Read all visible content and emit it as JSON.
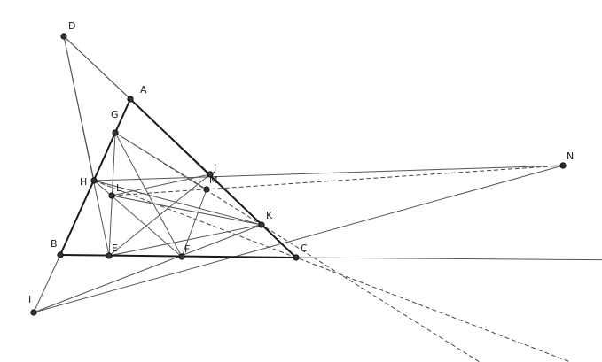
{
  "figure": {
    "colors": {
      "background": "#ffffff",
      "line": "#555555",
      "triangle": "#1a1a1a",
      "point": "#333333"
    },
    "points": [
      {
        "id": "A",
        "label": "A"
      },
      {
        "id": "B",
        "label": "B"
      },
      {
        "id": "C",
        "label": "C"
      },
      {
        "id": "D",
        "label": "D"
      },
      {
        "id": "E",
        "label": "E"
      },
      {
        "id": "F",
        "label": "F"
      },
      {
        "id": "G",
        "label": "G"
      },
      {
        "id": "H",
        "label": "H"
      },
      {
        "id": "I",
        "label": "I"
      },
      {
        "id": "J",
        "label": "J"
      },
      {
        "id": "K",
        "label": "K"
      },
      {
        "id": "L",
        "label": "L"
      },
      {
        "id": "M",
        "label": "M"
      },
      {
        "id": "N",
        "label": "N"
      }
    ],
    "segments": [
      {
        "from": "A",
        "to": "B",
        "style": "thick"
      },
      {
        "from": "A",
        "to": "C",
        "style": "thick"
      },
      {
        "from": "B",
        "to": "C",
        "style": "thick"
      },
      {
        "from": "D",
        "to": "A",
        "style": "thin"
      },
      {
        "from": "D",
        "to": "H",
        "style": "thin"
      },
      {
        "from": "D",
        "to": "E",
        "style": "thin"
      },
      {
        "from": "D",
        "to": "J",
        "style": "thin"
      },
      {
        "from": "I",
        "to": "B",
        "style": "thin"
      },
      {
        "from": "I",
        "to": "K",
        "style": "thin"
      },
      {
        "from": "I",
        "to": "N",
        "style": "thin"
      },
      {
        "from": "G",
        "to": "E",
        "style": "thin"
      },
      {
        "from": "G",
        "to": "F",
        "style": "thin"
      },
      {
        "from": "G",
        "to": "M",
        "style": "thin"
      },
      {
        "from": "H",
        "to": "F",
        "style": "thin"
      },
      {
        "from": "H",
        "to": "K",
        "style": "thin"
      },
      {
        "from": "H",
        "to": "N",
        "style": "thin"
      },
      {
        "from": "J",
        "to": "E",
        "style": "thin"
      },
      {
        "from": "J",
        "to": "L",
        "style": "thin"
      },
      {
        "from": "K",
        "to": "E",
        "style": "thin"
      },
      {
        "from": "K",
        "to": "L",
        "style": "thin"
      },
      {
        "from": "M",
        "to": "F",
        "style": "thin"
      },
      {
        "from": "L",
        "to": "N",
        "style": "dash"
      }
    ],
    "rays": [
      {
        "from": "C",
        "through": "C",
        "style": "thin",
        "direction": "right"
      },
      {
        "from": "G",
        "through": "K",
        "style": "dash"
      },
      {
        "from": "H",
        "through": "C",
        "style": "dash"
      }
    ]
  }
}
